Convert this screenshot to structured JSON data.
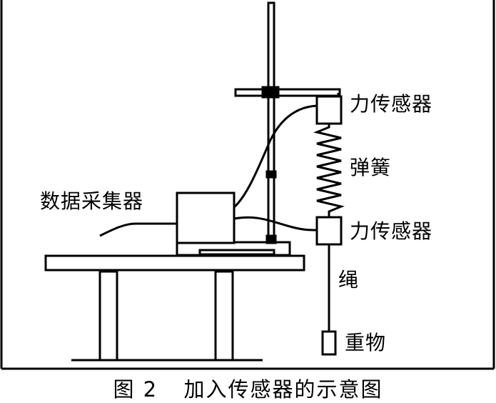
{
  "labels": {
    "top_sensor": "力传感器",
    "spring": "弹簧",
    "data_collector": "数据采集器",
    "bottom_sensor": "力传感器",
    "rope": "绳",
    "weight": "重物"
  },
  "caption": {
    "figure_number": "图 2",
    "title": "加入传感器的示意图"
  }
}
